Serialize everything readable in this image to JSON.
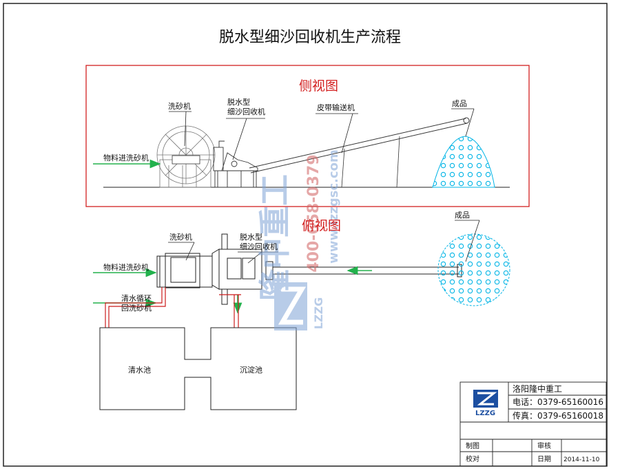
{
  "title": "脱水型细沙回收机生产流程",
  "side_view": {
    "heading": "侧视图",
    "labels": {
      "washer": "洗砂机",
      "recycler_l1": "脱水型",
      "recycler_l2": "细沙回收机",
      "conveyor": "皮带输送机",
      "product": "成品",
      "feed": "物料进洗砂机"
    }
  },
  "top_view": {
    "heading": "俯视图",
    "labels": {
      "washer": "洗砂机",
      "recycler_l1": "脱水型",
      "recycler_l2": "细沙回收机",
      "product": "成品",
      "feed": "物料进洗砂机",
      "recycle_l1": "清水循环",
      "recycle_l2": "回洗砂机",
      "clear_pool": "清水池",
      "settling_pool": "沉淀池"
    }
  },
  "watermark": {
    "brand": "隆中重工",
    "phone": "400-658-0379",
    "url": "www.lzzgsc.com",
    "logo_text": "LZZG"
  },
  "title_block": {
    "company": "洛阳隆中重工",
    "tel": "电话：0379-65160016",
    "fax": "传真：0379-65160018",
    "logo_text": "LZZG",
    "drawn_by": "制图",
    "reviewed": "审核",
    "checked": "校对",
    "date_label": "日期",
    "date_value": "2014-11-10"
  },
  "colors": {
    "frame": "#222222",
    "side_box": "#d32020",
    "flow_arrow": "#22b14c",
    "pipe": "#cc1a1a",
    "pile": "#00b4e6",
    "watermark_blue": "#7fa3d6"
  }
}
